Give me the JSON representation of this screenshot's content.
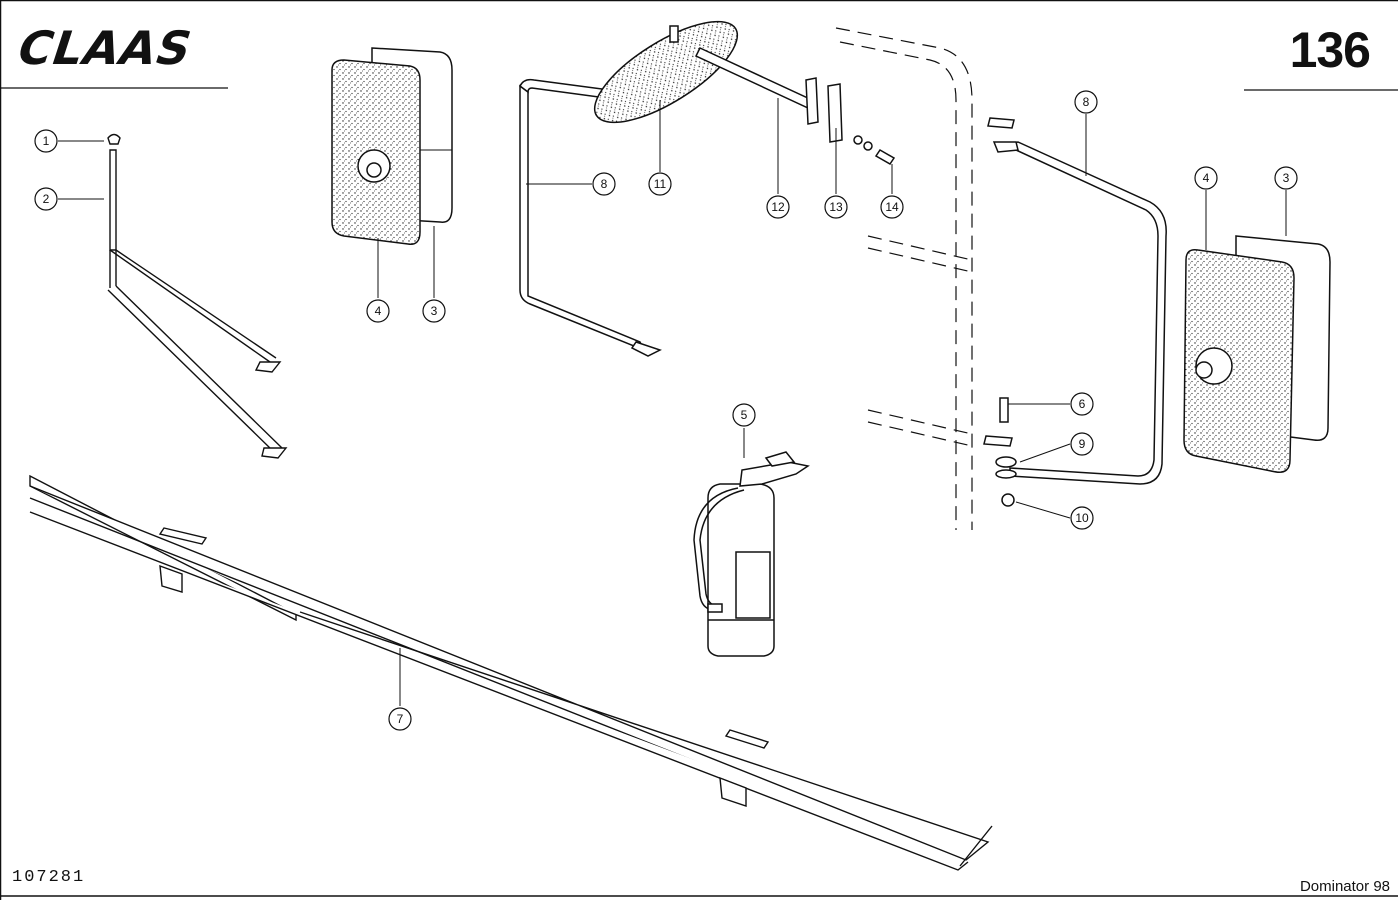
{
  "header": {
    "brand": "CLAAS",
    "page_number": "136"
  },
  "footer": {
    "drawing_number": "107281",
    "model": "Dominator 98"
  },
  "callouts": [
    {
      "id": "c1",
      "label": "1"
    },
    {
      "id": "c2",
      "label": "2"
    },
    {
      "id": "c3a",
      "label": "3"
    },
    {
      "id": "c3b",
      "label": "3"
    },
    {
      "id": "c4a",
      "label": "4"
    },
    {
      "id": "c4b",
      "label": "4"
    },
    {
      "id": "c5",
      "label": "5"
    },
    {
      "id": "c6",
      "label": "6"
    },
    {
      "id": "c7",
      "label": "7"
    },
    {
      "id": "c8a",
      "label": "8"
    },
    {
      "id": "c8b",
      "label": "8"
    },
    {
      "id": "c9",
      "label": "9"
    },
    {
      "id": "c10",
      "label": "10"
    },
    {
      "id": "c11",
      "label": "11"
    },
    {
      "id": "c12",
      "label": "12"
    },
    {
      "id": "c13",
      "label": "13"
    },
    {
      "id": "c14",
      "label": "14"
    }
  ]
}
